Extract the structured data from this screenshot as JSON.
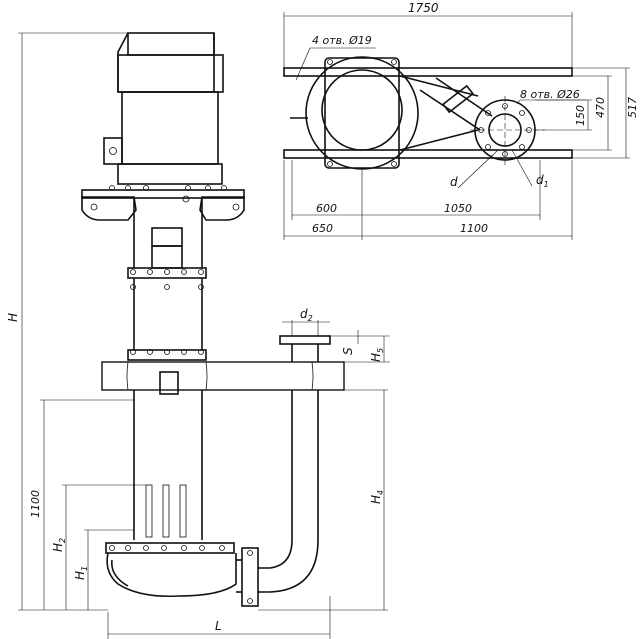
{
  "labels": {
    "overall_width": "1750",
    "holes_top": "4 отв. Ø19",
    "holes_flange": "8 отв. Ø26",
    "dim_517": "517",
    "dim_470": "470",
    "dim_150": "150",
    "dim_600": "600",
    "dim_1050": "1050",
    "dim_650": "650",
    "dim_1100_plan": "1100",
    "d": "d",
    "d1": "d",
    "d1_sub": "1",
    "d2": "d",
    "d2_sub": "2",
    "H": "H",
    "H1": "H",
    "H1_sub": "1",
    "H2": "H",
    "H2_sub": "2",
    "H4": "H",
    "H4_sub": "4",
    "H5": "H",
    "H5_sub": "5",
    "S": "S",
    "dim_1100_side": "1100",
    "L": "L"
  }
}
